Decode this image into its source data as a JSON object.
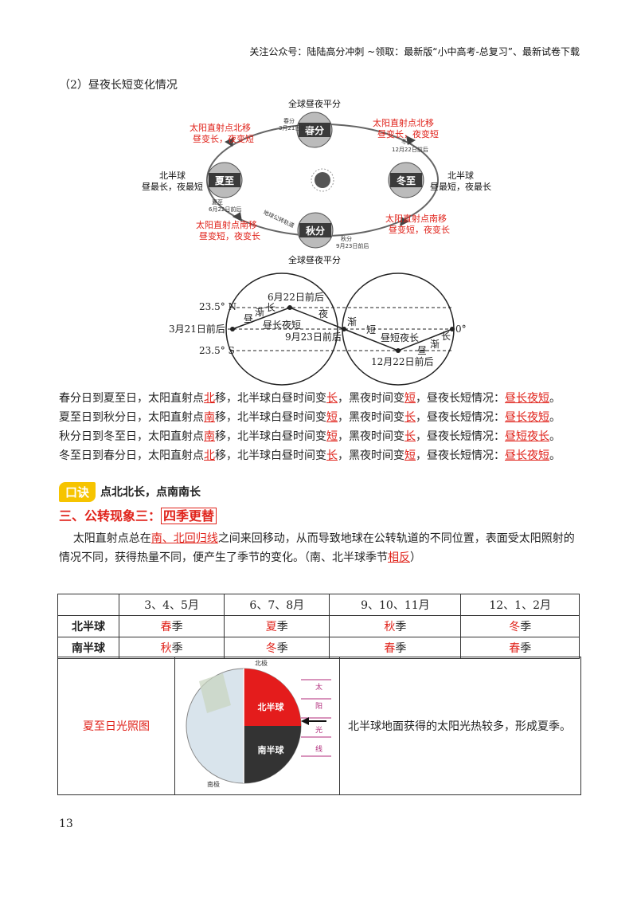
{
  "header": "关注公众号：陆陆高分冲刺 ~领取：最新版“小中高考-总复习”、最新试卷下载",
  "section_title": "（2）昼夜长短变化情况",
  "orbit": {
    "top_label": "全球昼夜平分",
    "bottom_label": "全球昼夜平分",
    "spring": "春分",
    "spring_date": "春分",
    "spring_date2": "3月21日前后",
    "summer": "夏至",
    "summer_date": "夏至",
    "summer_date2": "6月22日前后",
    "autumn": "秋分",
    "autumn_date": "秋分",
    "autumn_date2": "9月23日前后",
    "winter": "冬至",
    "winter_date": "冬至",
    "winter_date2": "12月22日前后",
    "tl_red1": "太阳直射点北移",
    "tl_red2": "昼变长，夜变短",
    "tr_red1": "太阳直射点北移",
    "tr_red2": "昼变长，夜变短",
    "bl_red1": "太阳直射点南移",
    "bl_red2": "昼变短，夜变长",
    "br_red1": "太阳直射点南移",
    "br_red2": "昼变短，夜变长",
    "left_black1": "北半球",
    "left_black2": "昼最长，夜最短",
    "right_black1": "北半球",
    "right_black2": "昼最短，夜最长",
    "orbit_label": "地球公转轨道"
  },
  "globes": {
    "n_lat": "23.5° N",
    "s_lat": "23.5° S",
    "eq_left": "3月21日前后",
    "eq_right": "0°",
    "jun": "6月22日前后",
    "sep": "9月23日前后",
    "dec": "12月22日前后",
    "l_zhou": "昼",
    "l_jian": "渐",
    "l_chang": "长",
    "l_ye": "夜",
    "l_mid": "昼长夜短",
    "r_jian": "渐",
    "r_duan": "短",
    "r_mid": "昼短夜长",
    "r_chang": "长",
    "r_jian2": "渐",
    "r_zhou": "昼"
  },
  "lines": [
    [
      "春分日到夏至日，太阳直射点",
      "北",
      "移，北半球白昼时间变",
      "长",
      "，黑夜时间变",
      "短",
      "，昼夜长短情况：",
      "昼长夜短",
      "。"
    ],
    [
      "夏至日到秋分日，太阳直射点",
      "南",
      "移，北半球白昼时间变",
      "短",
      "，黑夜时间变",
      "长",
      "，昼夜长短情况：",
      "昼长夜短",
      "。"
    ],
    [
      "秋分日到冬至日，太阳直射点",
      "南",
      "移，北半球白昼时间变",
      "短",
      "，黑夜时间变",
      "长",
      "，昼夜长短情况：",
      "昼短夜长",
      "。"
    ],
    [
      "冬至日到春分日，太阳直射点",
      "北",
      "移，北半球白昼时间变",
      "长",
      "，黑夜时间变",
      "短",
      "，昼夜长短情况：",
      "昼长夜短",
      "。"
    ]
  ],
  "mnemonic": {
    "badge": "口诀",
    "text": "点北北长，点南南长"
  },
  "heading3": {
    "prefix": "三、公转现象三：",
    "boxed": "四季更替"
  },
  "paragraph3": {
    "p1": "太阳直射点总在",
    "u1": "南、北回归线",
    "p2": "之间来回移动，从而导致地球在公转轨道的不同位置，表面受太阳照射的情况不同，获得热量不同，便产生了季节的变化。（南、北半球季节",
    "u2": "相反",
    "p3": "）"
  },
  "table": {
    "headers": [
      "",
      "3、4、5月",
      "6、7、8月",
      "9、10、11月",
      "12、1、2月"
    ],
    "rows": [
      {
        "label": "北半球",
        "cells": [
          [
            "春",
            "季"
          ],
          [
            "夏",
            "季"
          ],
          [
            "秋",
            "季"
          ],
          [
            "冬",
            "季"
          ]
        ]
      },
      {
        "label": "南半球",
        "cells": [
          [
            "秋",
            "季"
          ],
          [
            "冬",
            "季"
          ],
          [
            "春",
            "季"
          ],
          [
            "春",
            "季"
          ]
        ]
      }
    ]
  },
  "illus": {
    "title": "夏至日光照图",
    "north": "北半球",
    "south": "南半球",
    "sun": [
      "太",
      "阳",
      "光",
      "线"
    ],
    "pole_n": "北极",
    "pole_s": "南极",
    "desc": "北半球地面获得的太阳光热较多，形成夏季。"
  },
  "page_number": "13",
  "colors": {
    "accent": "#e0231b",
    "badge": "#f6c400"
  }
}
